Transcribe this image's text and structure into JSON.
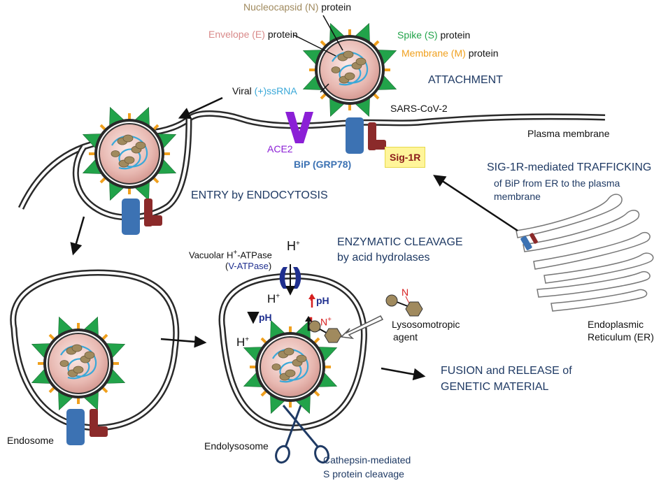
{
  "labels": {
    "nucleocapsid": "Nucleocapsid (N)",
    "nucleocapsid_suffix": "protein",
    "envelope": "Envelope (E)",
    "envelope_suffix": "protein",
    "spike": "Spike (S)",
    "spike_suffix": "protein",
    "membrane": "Membrane (M)",
    "membrane_suffix": "protein",
    "viral_rna_prefix": "Viral",
    "viral_rna": "(+)ssRNA",
    "virus_name": "SARS-CoV-2",
    "plasma_membrane": "Plasma membrane",
    "ace2": "ACE2",
    "bip": "BiP (GRP78)",
    "sig1r": "Sig-1R",
    "endosome": "Endosome",
    "endolysosome": "Endolysosome",
    "vatpase_line1": "Vacuolar H",
    "vatpase_line1_sup": "+",
    "vatpase_line1_suffix": "-ATPase",
    "vatpase_line2_open": "(",
    "vatpase_line2": "V-ATPase",
    "vatpase_line2_close": ")",
    "h_plus": "H",
    "h_plus_sup": "+",
    "ph": "pH",
    "n_label": "N",
    "n_plus_sup": "+",
    "lysosomotropic_line1": "Lysosomotropic",
    "lysosomotropic_line2": "agent",
    "cathepsin_line1": "Cathepsin-mediated",
    "cathepsin_line2": "S protein cleavage",
    "er_line1": "Endoplasmic",
    "er_line2": "Reticulum (ER)"
  },
  "stages": {
    "attachment": "ATTACHMENT",
    "entry": "ENTRY by ENDOCYTOSIS",
    "enzymatic_line1": "ENZYMATIC CLEAVAGE",
    "enzymatic_line2": "by acid hydrolases",
    "fusion_line1": "FUSION and RELEASE of",
    "fusion_line2": "GENETIC MATERIAL",
    "trafficking_line1": "SIG-1R-mediated TRAFFICKING",
    "trafficking_line2": "of BiP from ER to the plasma",
    "trafficking_line3": "membrane"
  },
  "colors": {
    "spike": "#22a34a",
    "membrane_protein": "#f0a01e",
    "envelope": "#d98a8a",
    "nucleocapsid": "#a08a5e",
    "rna": "#3aa8d8",
    "ace2": "#8b1fd6",
    "bip": "#3c72b3",
    "sig1r": "#8b2a2a",
    "stage_text": "#1f3a64",
    "vatpase": "#1f2f8f",
    "arrow_up": "#d62020",
    "arrow_down": "#2a8a2a",
    "agent": "#a08a5e"
  },
  "icons": [
    "virion-icon",
    "ace2-receptor-icon",
    "bip-receptor-icon",
    "sig1r-icon",
    "scissors-icon",
    "vatpase-channel-icon",
    "lysosomotropic-molecule-icon",
    "er-stack-icon"
  ]
}
